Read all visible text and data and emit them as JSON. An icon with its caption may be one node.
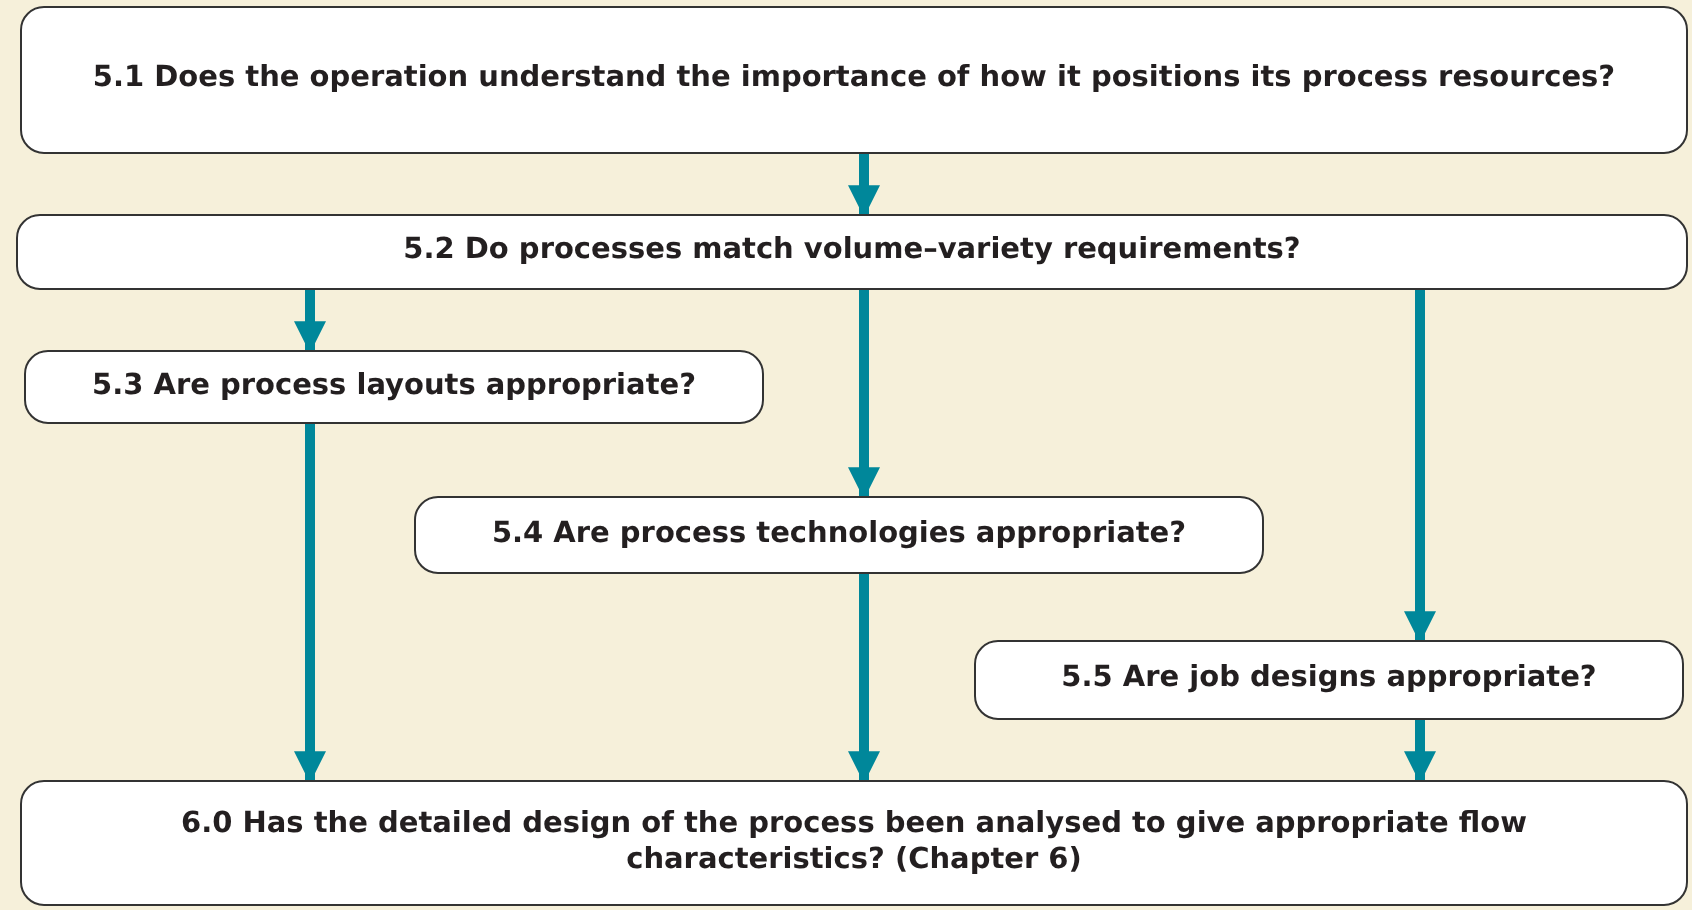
{
  "diagram": {
    "nodes": [
      {
        "text": [
          "5.1 Does the operation understand the importance of how it positions its process resources?"
        ]
      },
      {
        "text": [
          "5.2 Do processes match volume–variety requirements?"
        ]
      },
      {
        "text": [
          "5.3 Are process layouts appropriate?"
        ]
      },
      {
        "text": [
          "5.4 Are process technologies appropriate?"
        ]
      },
      {
        "text": [
          "5.5 Are job designs appropriate?"
        ]
      },
      {
        "text": [
          "6.0 Has the detailed design of the process been analysed to give appropriate flow characteristics? (Chapter 6)"
        ]
      }
    ],
    "edges": [
      {
        "from": 0,
        "to": 1,
        "arrow": "to"
      },
      {
        "from": 1,
        "to": 2,
        "arrow": "to"
      },
      {
        "from": 1,
        "to": 3,
        "arrow": "to"
      },
      {
        "from": 1,
        "to": 4,
        "arrow": "to"
      },
      {
        "from": 2,
        "to": 5,
        "arrow": "to"
      },
      {
        "from": 3,
        "to": 5,
        "arrow": "to"
      },
      {
        "from": 4,
        "to": 5,
        "arrow": "to"
      }
    ]
  }
}
